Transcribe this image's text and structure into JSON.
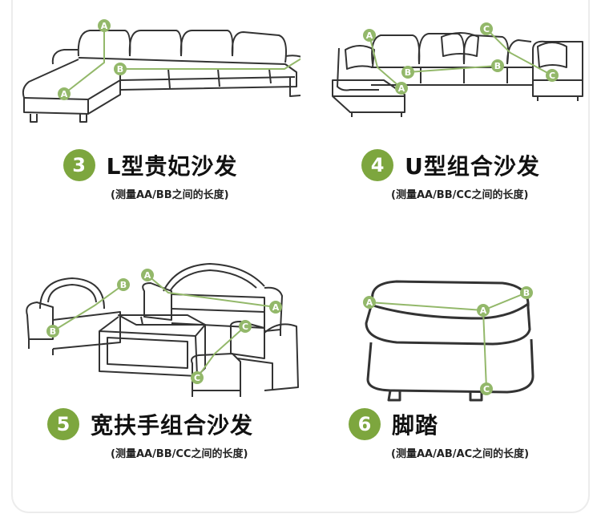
{
  "items": [
    {
      "number": "3",
      "title": "L型贵妃沙发",
      "subtitle": "(测量AA/BB之间的长度)"
    },
    {
      "number": "4",
      "title": "U型组合沙发",
      "subtitle": "(测量AA/BB/CC之间的长度)"
    },
    {
      "number": "5",
      "title": "宽扶手组合沙发",
      "subtitle": "(测量AA/BB/CC之间的长度)"
    },
    {
      "number": "6",
      "title": "脚踏",
      "subtitle": "(测量AA/AB/AC之间的长度)"
    }
  ],
  "markers": {
    "a": "A",
    "b": "B",
    "c": "C"
  },
  "colors": {
    "accent": "#7da63e",
    "line_art": "#333333",
    "measure_line": "#93b86a"
  }
}
